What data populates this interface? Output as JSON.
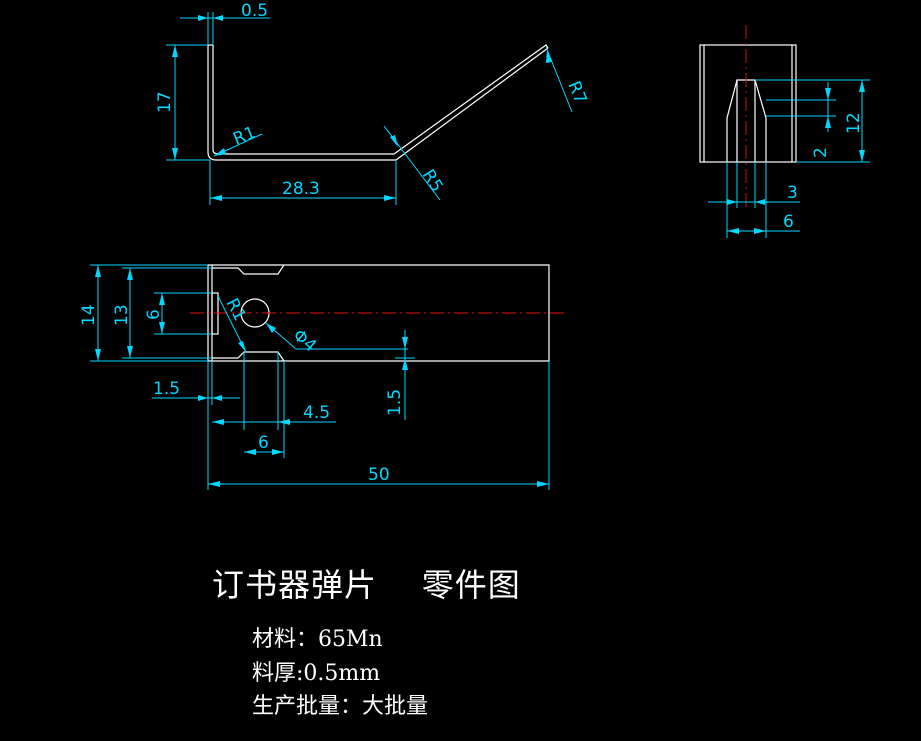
{
  "title": "订书器弹片    零件图",
  "notes": [
    "材料：65Mn",
    "料厚:0.5mm",
    "生产批量：大批量"
  ],
  "dims": {
    "thickness": "0.5",
    "height_17": "17",
    "r1_bend": "R1",
    "len_28_3": "28.3",
    "r5": "R5",
    "r7": "R7",
    "h12": "12",
    "h2": "2",
    "w3": "3",
    "w6_side": "6",
    "w14": "14",
    "w13": "13",
    "w6": "6",
    "r1_corner": "R1",
    "dia4": "Φ4",
    "d1_5": "1.5",
    "d4_5": "4.5",
    "d1_5_v": "1.5",
    "d6": "6",
    "len50": "50"
  }
}
